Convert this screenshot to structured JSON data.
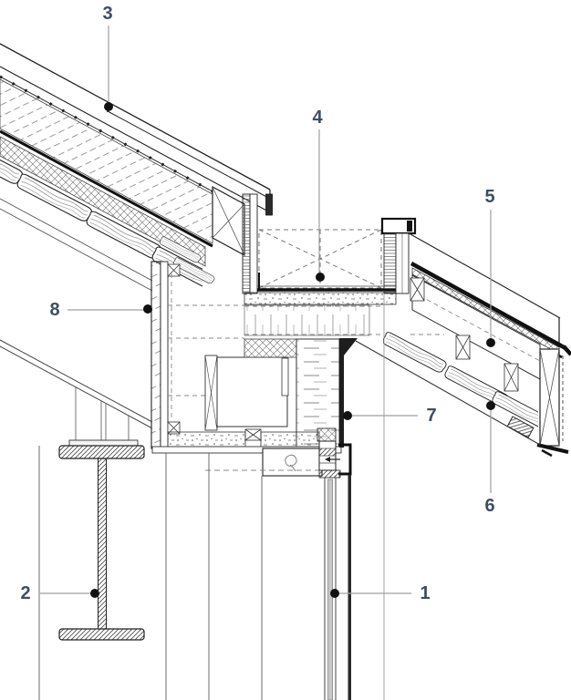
{
  "drawing": {
    "callouts": [
      {
        "number": "1"
      },
      {
        "number": "2"
      },
      {
        "number": "3"
      },
      {
        "number": "4"
      },
      {
        "number": "5"
      },
      {
        "number": "6"
      },
      {
        "number": "7"
      },
      {
        "number": "8"
      }
    ],
    "colors": {
      "label_text": "#3d4e61",
      "leader_line": "#9f9f9f",
      "leader_dot": "#111111",
      "drawing_line": "#1f1f1f",
      "light_line": "#8a8a8a",
      "glass_fill": "#c8c8c8",
      "background": "#ffffff"
    }
  }
}
